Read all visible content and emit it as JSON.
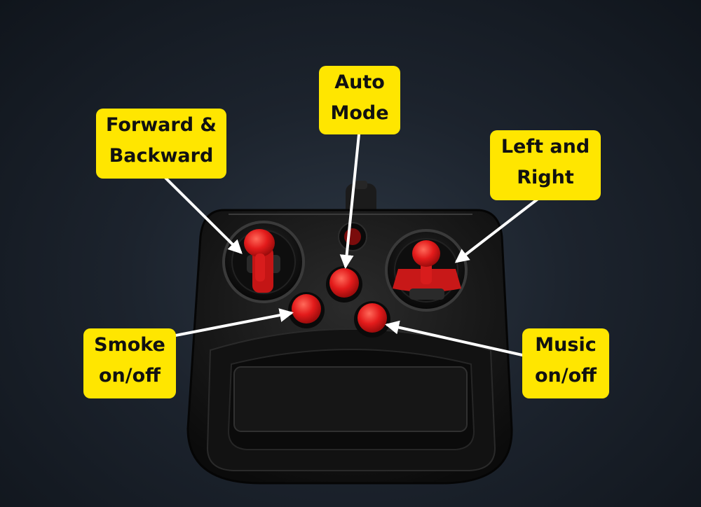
{
  "labels": {
    "forward_backward": [
      "Forward &",
      "Backward"
    ],
    "auto_mode": [
      "Auto",
      "Mode"
    ],
    "left_right": [
      "Left and",
      "Right"
    ],
    "smoke": [
      "Smoke",
      "on/off"
    ],
    "music": [
      "Music",
      "on/off"
    ]
  },
  "colors": {
    "callout_bg": "#ffe600",
    "callout_text": "#111111",
    "arrow": "#ffffff",
    "controller_body": "#161616",
    "button_red": "#e81c1c"
  },
  "icons": {
    "controller": "rc-transmitter-illustration",
    "arrow": "arrow-right"
  }
}
